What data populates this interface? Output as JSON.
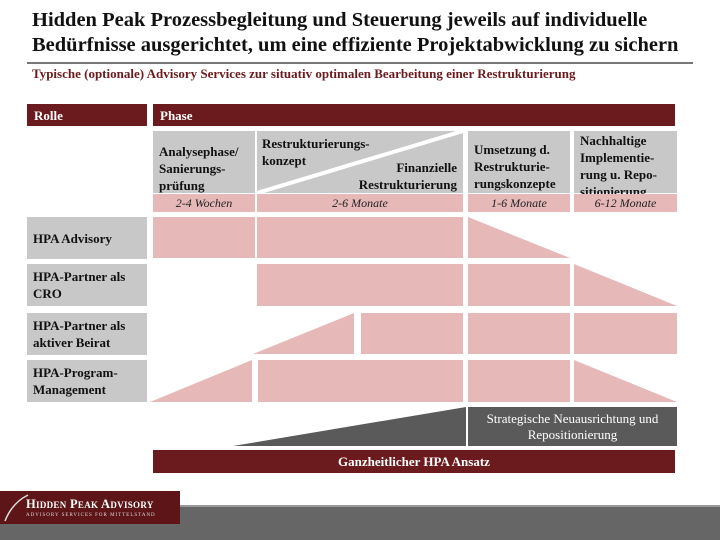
{
  "title": {
    "line1": "Hidden Peak Prozessbegleitung und Steuerung jeweils auf  individuelle",
    "line2": "Bedürfnisse ausgerichtet, um eine effiziente Projektabwicklung zu sichern"
  },
  "subtitle": "Typische (optionale) Advisory Services zur situativ optimalen Bearbeitung einer Restrukturierung",
  "header": {
    "role": "Rolle",
    "phase": "Phase"
  },
  "phases": [
    {
      "label": "Analysephase/ Sanierungs-prüfung",
      "duration": "2-4 Wochen"
    },
    {
      "label": "Restrukturierungs-konzept",
      "label2": "Finanzielle Restrukturierung",
      "duration": "2-6 Monate"
    },
    {
      "label": "Umsetzung d. Restrukturie-rungskonzepte",
      "duration": "1-6 Monate"
    },
    {
      "label": "Nachhaltige Implementie-rung u. Repo-sitionierung",
      "duration": "6-12 Monate"
    }
  ],
  "roles": [
    {
      "label": "HPA Advisory"
    },
    {
      "label": "HPA-Partner als CRO"
    },
    {
      "label": "HPA-Partner als aktiver Beirat"
    },
    {
      "label": "HPA-Program-Management"
    }
  ],
  "strategic": "Strategische Neuausrichtung und Repositionierung",
  "holistic": "Ganzheitlicher HPA Ansatz",
  "logo": {
    "name": "Hidden Peak Advisory",
    "tagline": "Advisory Services for Mittelstand"
  },
  "colors": {
    "brand": "#6b1a1d",
    "pink": "#e6b8b8",
    "grey": "#c8c8c8",
    "dark": "#5a5a5a"
  }
}
